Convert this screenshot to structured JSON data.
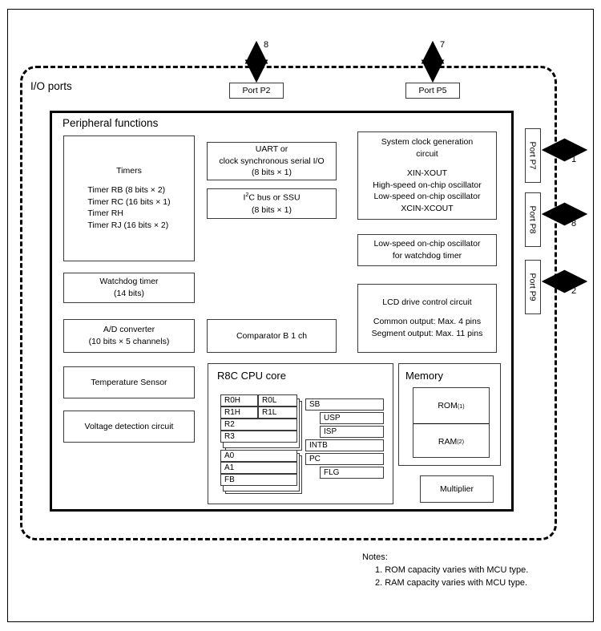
{
  "diagram": {
    "io_boundary_label": "I/O ports",
    "peripheral_label": "Peripheral functions",
    "cpu_core_label": "R8C CPU core",
    "memory_label": "Memory"
  },
  "top_ports": [
    {
      "name": "Port P2",
      "signal_count": "8",
      "bus_slash": true
    },
    {
      "name": "Port P5",
      "signal_count": "7",
      "bus_slash": true
    }
  ],
  "right_ports": [
    {
      "name": "Port P7",
      "signal_count": "1",
      "bus_slash": false
    },
    {
      "name": "Port P8",
      "signal_count": "8",
      "bus_slash": true
    },
    {
      "name": "Port P9",
      "signal_count": "2",
      "bus_slash": true
    }
  ],
  "peripheral_blocks": {
    "timers": {
      "title": "Timers",
      "lines": [
        "Timer RB (8 bits × 2)",
        "Timer RC (16 bits × 1)",
        "Timer RH",
        "Timer RJ (16 bits × 2)"
      ]
    },
    "uart": {
      "line1": "UART or",
      "line2": "clock synchronous serial I/O",
      "line3": "(8 bits × 1)"
    },
    "i2c": {
      "line1_pre": "I",
      "line1_sup": "2",
      "line1_post": "C bus or SSU",
      "line2": "(8 bits × 1)"
    },
    "clock_gen": {
      "title1": "System clock generation",
      "title2": "circuit",
      "lines": [
        "XIN-XOUT",
        "High-speed on-chip oscillator",
        "Low-speed on-chip oscillator",
        "XCIN-XCOUT"
      ]
    },
    "wdt_osc": {
      "line1": "Low-speed on-chip oscillator",
      "line2": "for watchdog timer"
    },
    "watchdog": {
      "line1": "Watchdog timer",
      "line2": "(14 bits)"
    },
    "adc": {
      "line1": "A/D converter",
      "line2": "(10 bits × 5 channels)"
    },
    "comparator": {
      "line1": "Comparator B 1 ch"
    },
    "lcd": {
      "title": "LCD drive control circuit",
      "lines": [
        "Common output: Max. 4 pins",
        "Segment output: Max. 11 pins"
      ]
    },
    "temp_sensor": {
      "line1": "Temperature Sensor"
    },
    "voltage_detect": {
      "line1": "Voltage detection circuit"
    },
    "multiplier": {
      "line1": "Multiplier"
    }
  },
  "cpu_registers": {
    "data_registers": [
      {
        "high": "R0H",
        "low": "R0L"
      },
      {
        "high": "R1H",
        "low": "R1L"
      }
    ],
    "data_registers_wide": [
      "R2",
      "R3"
    ],
    "address_registers": [
      "A0",
      "A1",
      "FB"
    ],
    "control_registers": [
      {
        "label": "SB",
        "indent": false
      },
      {
        "label": "USP",
        "indent": true
      },
      {
        "label": "ISP",
        "indent": true
      },
      {
        "label": "INTB",
        "indent": false
      },
      {
        "label": "PC",
        "indent": false
      },
      {
        "label": "FLG",
        "indent": true
      }
    ]
  },
  "memory": {
    "rom": {
      "label": "ROM",
      "note": "(1)"
    },
    "ram": {
      "label": "RAM",
      "note": "(2)"
    }
  },
  "notes": {
    "heading": "Notes:",
    "items": [
      "1. ROM capacity varies with MCU type.",
      "2. RAM capacity varies with MCU type."
    ]
  }
}
